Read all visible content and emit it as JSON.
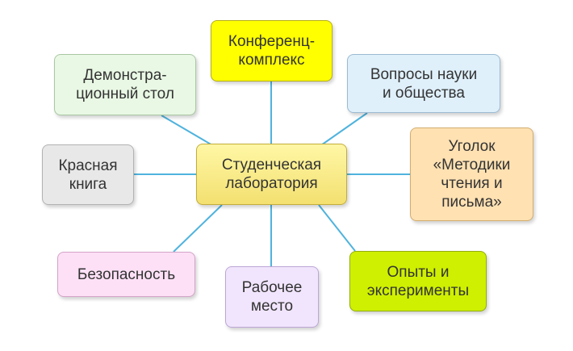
{
  "diagram": {
    "center": {
      "label": "Студенческая\nлаборатория",
      "color": "#f6e88a"
    },
    "nodes": [
      {
        "id": "konf",
        "label": "Конференц-\nкомплекс",
        "color": "#ffff00"
      },
      {
        "id": "demo",
        "label": "Демонстра-\nционный стол",
        "color": "#e9f8e4"
      },
      {
        "id": "vopr",
        "label": "Вопросы науки\nи общества",
        "color": "#dff0fb"
      },
      {
        "id": "kras",
        "label": "Красная\nкнига",
        "color": "#e8e8e8"
      },
      {
        "id": "ugol",
        "label": "Уголок\n«Методики\nчтения и\nписьма»",
        "color": "#ffe1b2"
      },
      {
        "id": "bezo",
        "label": "Безопасность",
        "color": "#fde0f6"
      },
      {
        "id": "rabo",
        "label": "Рабочее\nместо",
        "color": "#f1e5fd"
      },
      {
        "id": "opyt",
        "label": "Опыты и\nэксперименты",
        "color": "#cff000"
      }
    ],
    "connector_color": "#4fb3dd"
  }
}
